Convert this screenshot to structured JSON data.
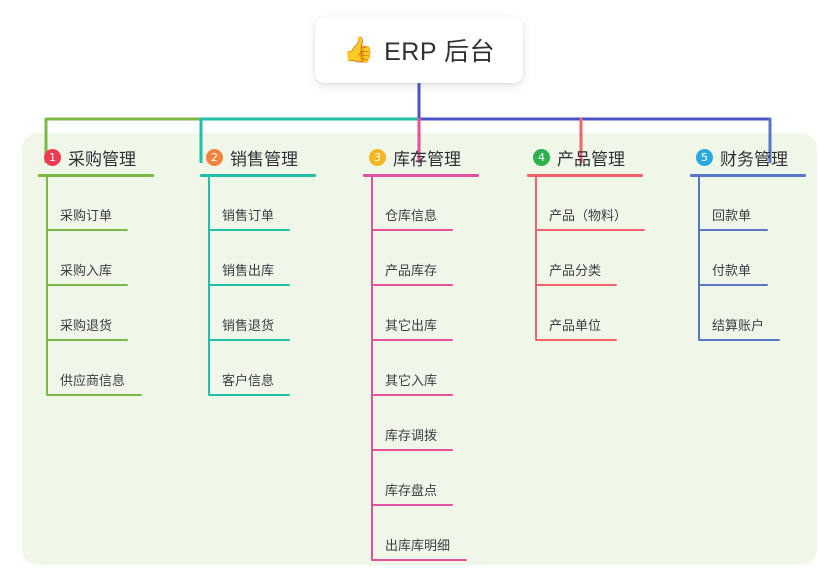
{
  "diagram": {
    "type": "mind-map",
    "title": "ERP 后台",
    "root": {
      "icon": "thumbs-up-emoji",
      "emoji": "👍",
      "label": "ERP 后台"
    },
    "panel_color": "#eef7e8",
    "root_stem_color": "#4b53c4",
    "branches": [
      {
        "number": "1",
        "badge_color": "#ef3b52",
        "line_color": "#7cb845",
        "label": "采购管理",
        "children": [
          {
            "label": "采购订单",
            "rule_width": 82
          },
          {
            "label": "采购入库",
            "rule_width": 82
          },
          {
            "label": "采购退货",
            "rule_width": 82
          },
          {
            "label": "供应商信息",
            "rule_width": 96
          }
        ]
      },
      {
        "number": "2",
        "badge_color": "#f4843c",
        "line_color": "#22bfa8",
        "label": "销售管理",
        "children": [
          {
            "label": "销售订单",
            "rule_width": 82
          },
          {
            "label": "销售出库",
            "rule_width": 82
          },
          {
            "label": "销售退货",
            "rule_width": 82
          },
          {
            "label": "客户信息",
            "rule_width": 82
          }
        ]
      },
      {
        "number": "3",
        "badge_color": "#f5b721",
        "line_color": "#e6509b",
        "label": "库存管理",
        "children": [
          {
            "label": "仓库信息",
            "rule_width": 82
          },
          {
            "label": "产品库存",
            "rule_width": 82
          },
          {
            "label": "其它出库",
            "rule_width": 82
          },
          {
            "label": "其它入库",
            "rule_width": 82
          },
          {
            "label": "库存调拨",
            "rule_width": 82
          },
          {
            "label": "库存盘点",
            "rule_width": 82
          },
          {
            "label": "出库库明细",
            "rule_width": 96
          }
        ]
      },
      {
        "number": "4",
        "badge_color": "#2bb24c",
        "line_color": "#f4636b",
        "label": "产品管理",
        "children": [
          {
            "label": "产品（物料）",
            "rule_width": 110
          },
          {
            "label": "产品分类",
            "rule_width": 82
          },
          {
            "label": "产品单位",
            "rule_width": 82
          }
        ]
      },
      {
        "number": "5",
        "badge_color": "#2aa8e0",
        "line_color": "#5877c9",
        "label": "财务管理",
        "children": [
          {
            "label": "回款单",
            "rule_width": 70
          },
          {
            "label": "付款单",
            "rule_width": 70
          },
          {
            "label": "结算账户",
            "rule_width": 82
          }
        ]
      }
    ]
  }
}
